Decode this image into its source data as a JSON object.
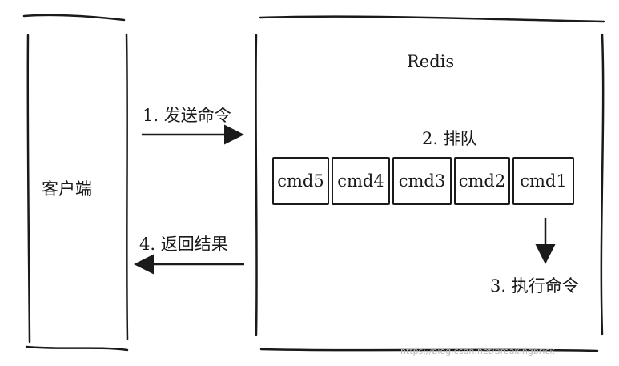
{
  "client": {
    "label": "客户端"
  },
  "redis": {
    "title": "Redis",
    "queue": [
      {
        "label": "cmd5"
      },
      {
        "label": "cmd4"
      },
      {
        "label": "cmd3"
      },
      {
        "label": "cmd2"
      },
      {
        "label": "cmd1"
      }
    ]
  },
  "steps": {
    "send": "1. 发送命令",
    "queue": "2. 排队",
    "execute": "3. 执行命令",
    "return": "4. 返回结果"
  },
  "watermark": "https://blog.csdn.net/breakingbrick"
}
